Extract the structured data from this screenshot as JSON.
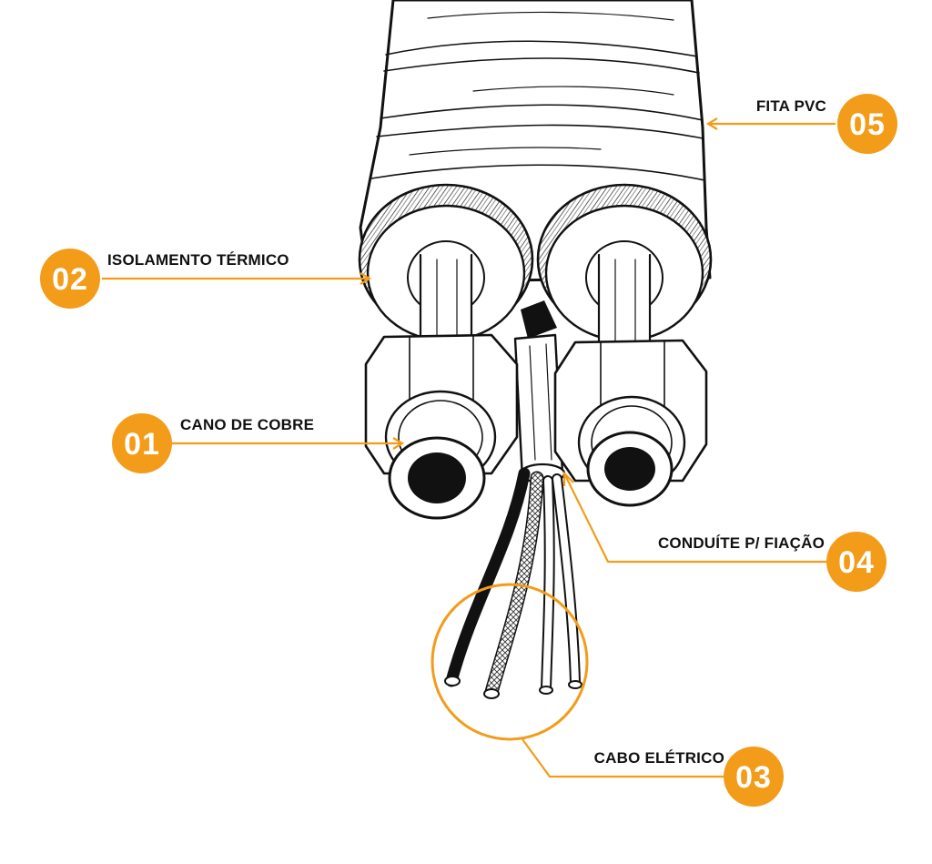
{
  "colors": {
    "accent": "#F39C1A",
    "ink": "#111111",
    "paper": "#FFFFFF"
  },
  "callouts": [
    {
      "id": "01",
      "label": "CANO DE COBRE"
    },
    {
      "id": "02",
      "label": "ISOLAMENTO TÉRMICO"
    },
    {
      "id": "03",
      "label": "CABO ELÉTRICO"
    },
    {
      "id": "04",
      "label": "CONDUÍTE P/ FIAÇÃO"
    },
    {
      "id": "05",
      "label": "FITA PVC"
    }
  ]
}
